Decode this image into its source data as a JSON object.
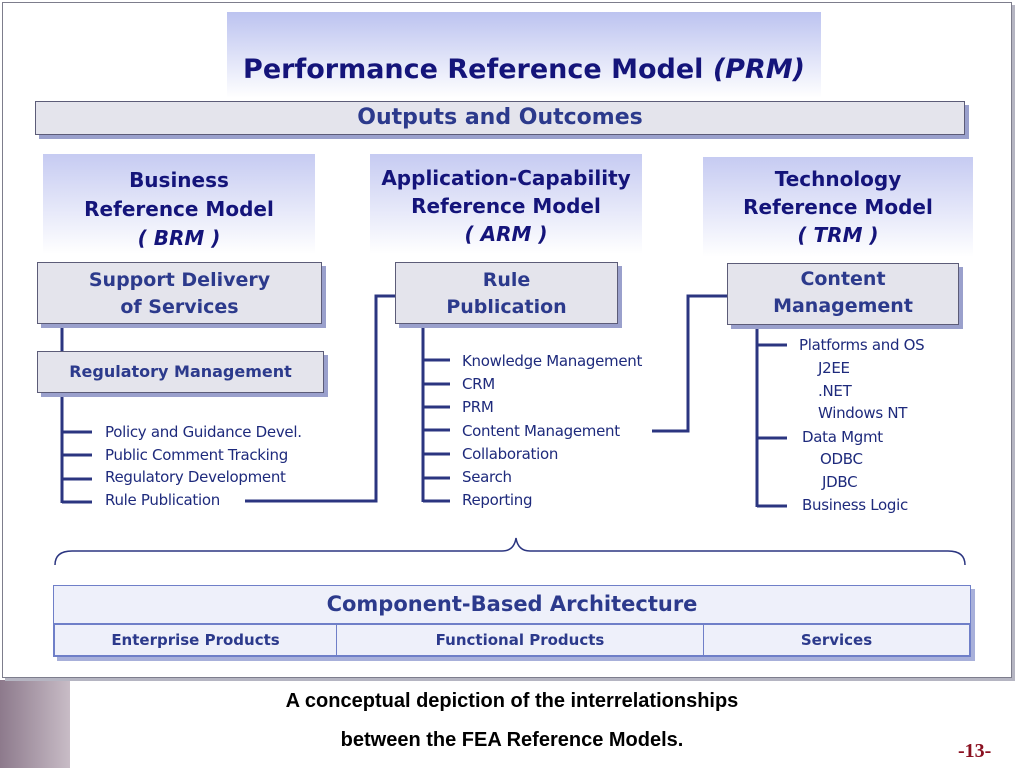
{
  "title": {
    "main": "Performance Reference Model",
    "abbr": "(PRM)"
  },
  "outputs_bar": "Outputs and Outcomes",
  "brm": {
    "header": [
      "Business",
      "Reference Model",
      "( BRM )"
    ],
    "box1": [
      "Support Delivery",
      "of Services"
    ],
    "box2": "Regulatory Management",
    "items": [
      "Policy and Guidance Devel.",
      "Public Comment Tracking",
      "Regulatory Development",
      "Rule Publication"
    ]
  },
  "arm": {
    "header": [
      "Application-Capability",
      "Reference Model",
      "( ARM )"
    ],
    "box": [
      "Rule",
      "Publication"
    ],
    "items": [
      "Knowledge Management",
      "CRM",
      "PRM",
      "Content Management",
      "Collaboration",
      "Search",
      "Reporting"
    ]
  },
  "trm": {
    "header": [
      "Technology",
      "Reference Model",
      "( TRM )"
    ],
    "box": [
      "Content",
      "Management"
    ],
    "items": [
      "Platforms and OS",
      "J2EE",
      ".NET",
      "Windows NT",
      "Data Mgmt",
      "ODBC",
      "JDBC",
      "Business Logic"
    ]
  },
  "cba": {
    "title": "Component-Based Architecture",
    "cells": [
      "Enterprise Products",
      "Functional Products",
      "Services"
    ]
  },
  "caption": [
    "A conceptual depiction of the interrelationships",
    "between the FEA Reference Models."
  ],
  "page_number": "-13-",
  "colors": {
    "line": "#2b3580",
    "text": "#14147a",
    "accent": "#2c3a8c",
    "page_number": "#8a1020",
    "sidebar": "#9a8a98"
  }
}
